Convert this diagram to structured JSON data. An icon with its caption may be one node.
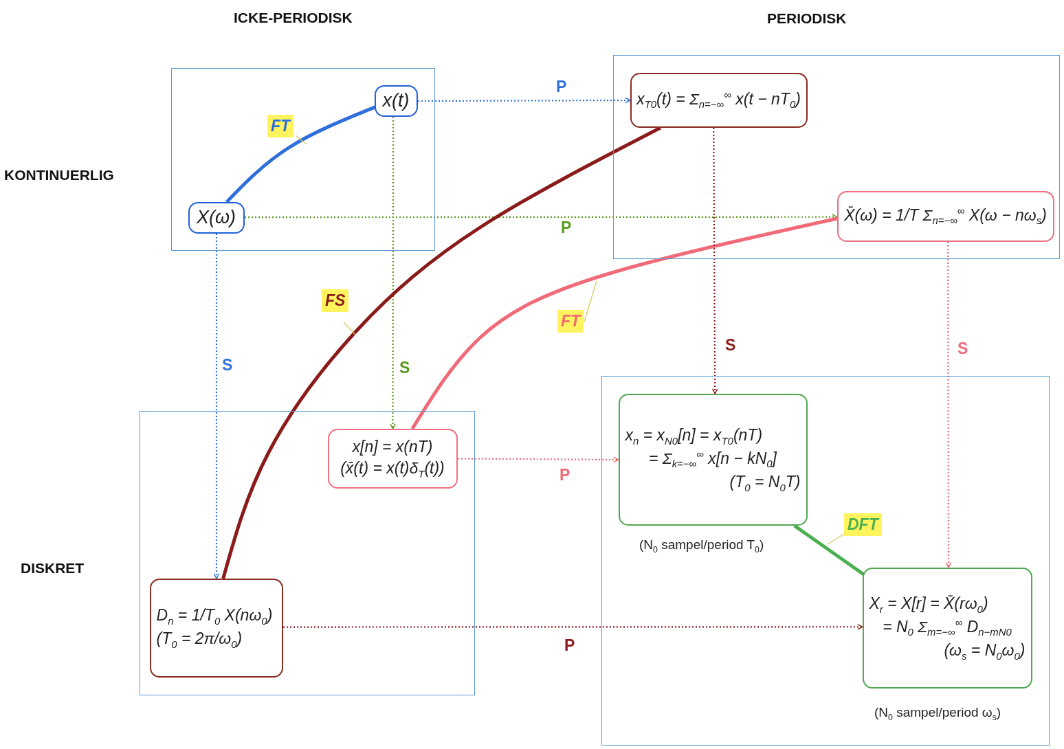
{
  "diagram": {
    "nodes": [
      {
        "text": [],
        "shape": "box"
      },
      {
        "text": [
          "x(t)"
        ],
        "in": 0
      },
      {
        "text": [
          "X(ω)"
        ],
        "in": 0
      },
      {
        "text": [],
        "shape": "box"
      },
      {
        "text": [
          "x$_{T0}$(t) = Σ$_{n=−∞}$$^{∞}$ x(t − nT$_{0}$)"
        ],
        "in": 3
      },
      {
        "text": [
          "X̄(ω) = 1/T Σ$_{n=−∞}$$^{∞}$ X(ω − nω$_{s}$)"
        ],
        "in": 3
      },
      {
        "text": [],
        "shape": "box"
      },
      {
        "text": [
          "x[n] = x(nT)",
          "(x̄(t) = x(t)δ$_{T}$(t))"
        ],
        "in": 6
      },
      {
        "text": [
          "D$_{n}$ = 1/T$_{0}$ X(nω$_{0}$)",
          "(T$_{0}$ = 2π/ω$_{0}$)"
        ],
        "in": 6
      },
      {
        "text": [],
        "shape": "box"
      },
      {
        "text": [
          "x$_{n}$ = x$_{N0}$[n] = x$_{T0}$(nT)",
          "= Σ$_{k=−∞}$$^{∞}$ x[n − kN$_{0}$]",
          "(T$_{0}$ = N$_{0}$T)"
        ],
        "in": 9,
        "beside": [
          "(N$_{0}$ sampel/period T$_{0}$)"
        ]
      },
      {
        "text": [
          "X$_{r}$ = X[r] = X̄(rω$_{0}$)",
          "= N$_{0}$ Σ$_{m=−∞}$$^{∞}$ D$_{n−mN0}$",
          "(ω$_{s}$ = N$_{0}$ω$_{0}$)"
        ],
        "in": 9,
        "beside": [
          "(N$_{0}$ sampel/period ω$_{s}$)"
        ]
      }
    ],
    "edges": [
      {
        "from": 2,
        "to": 1,
        "arrow": "none",
        "label": "FT",
        "style": "thick",
        "color": "#2f6fdc"
      },
      {
        "from": 1,
        "to": 4,
        "arrow": "to",
        "label": "P",
        "style": "dashed",
        "color": "#2f6fdc"
      },
      {
        "from": 2,
        "to": 5,
        "arrow": "to",
        "label": "P",
        "style": "dashed",
        "color": "#5a9a1e"
      },
      {
        "from": 2,
        "to": 8,
        "arrow": "to",
        "label": "S",
        "style": "dashed",
        "color": "#2f6fdc"
      },
      {
        "from": 1,
        "to": 7,
        "arrow": "to",
        "label": "S",
        "style": "dashed",
        "color": "#5a9a1e"
      },
      {
        "from": 4,
        "to": 8,
        "arrow": "none",
        "label": "FS",
        "style": "thick",
        "color": "#8b1a1a"
      },
      {
        "from": 5,
        "to": 7,
        "arrow": "none",
        "label": "FT",
        "style": "thick",
        "color": "#f06a78"
      },
      {
        "from": 4,
        "to": 10,
        "arrow": "to",
        "label": "S",
        "style": "dashed",
        "color": "#8b1a1a"
      },
      {
        "from": 5,
        "to": 11,
        "arrow": "to",
        "label": "S",
        "style": "dashed",
        "color": "#f06a78"
      },
      {
        "from": 7,
        "to": 10,
        "arrow": "to",
        "label": "P",
        "style": "dashed",
        "color": "#f06a78"
      },
      {
        "from": 8,
        "to": 11,
        "arrow": "to",
        "label": "P",
        "style": "dashed",
        "color": "#8b1a1a"
      },
      {
        "from": 10,
        "to": 11,
        "arrow": "none",
        "label": "DFT",
        "style": "thick",
        "color": "#4caf50"
      }
    ],
    "labels": [
      "ICKE-PERIODISK",
      "PERIODISK",
      "KONTINUERLIG",
      "DISKRET"
    ]
  }
}
